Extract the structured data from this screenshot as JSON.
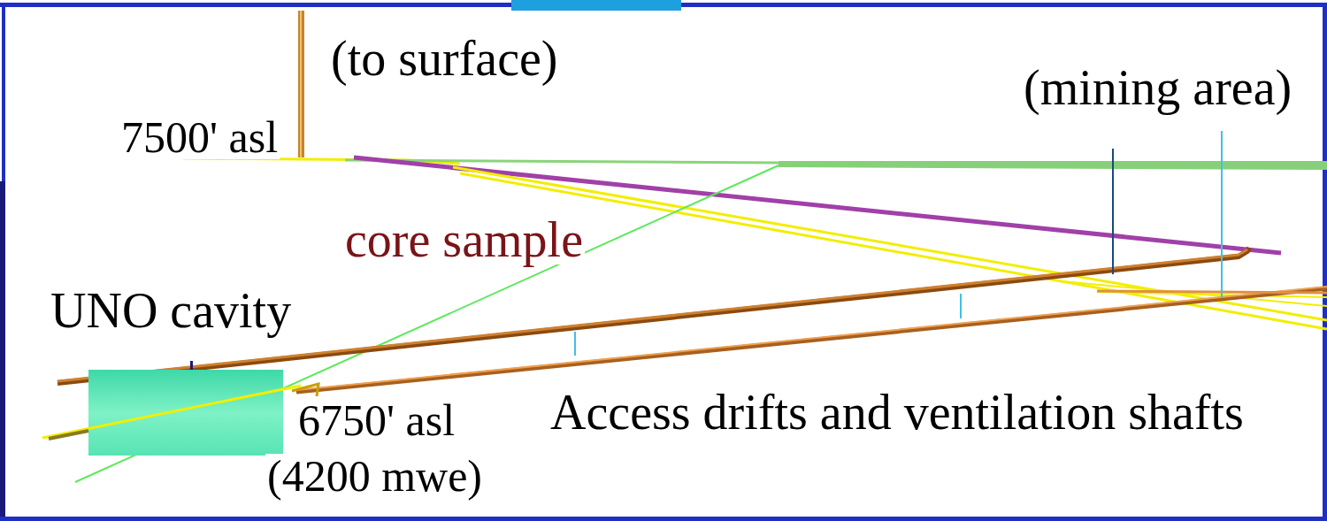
{
  "diagram": {
    "labels": [
      "(to surface)",
      "7500' asl",
      "(mining area)",
      "core sample",
      "UNO cavity",
      "6750' asl",
      "(4200 mwe)",
      "Access drifts and ventilation shafts"
    ]
  }
}
